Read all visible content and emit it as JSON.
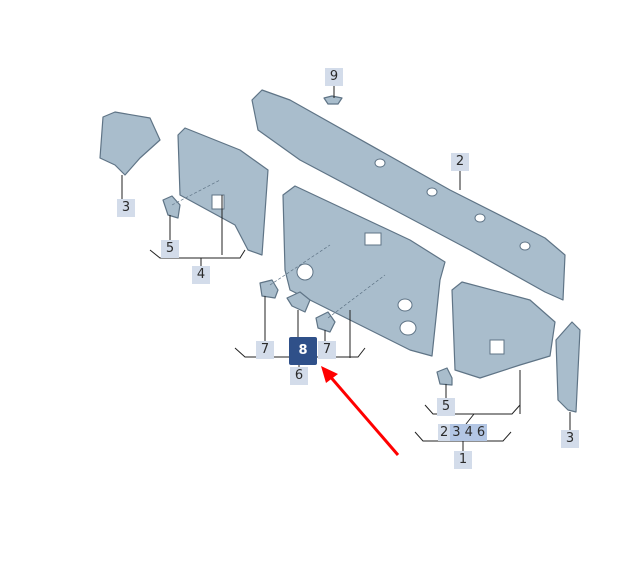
{
  "diagram": {
    "labels": {
      "top_bolt": "9",
      "crossmember": "2",
      "left_bracket": "3",
      "left_clip": "5",
      "left_panel": "4",
      "left_grommet": "7",
      "selected_part": "8",
      "right_grommet": "7",
      "center_group": "6",
      "right_clip": "5",
      "right_bracket": "3",
      "assembly": "1"
    },
    "group_labels": [
      "2",
      "3",
      "4",
      "6"
    ],
    "colors": {
      "part_fill": "#a9bdcc",
      "part_stroke": "#5f7486",
      "label_bg": "#d3dcea",
      "selected_bg": "#2f5089",
      "arrow": "#ff0000"
    }
  }
}
